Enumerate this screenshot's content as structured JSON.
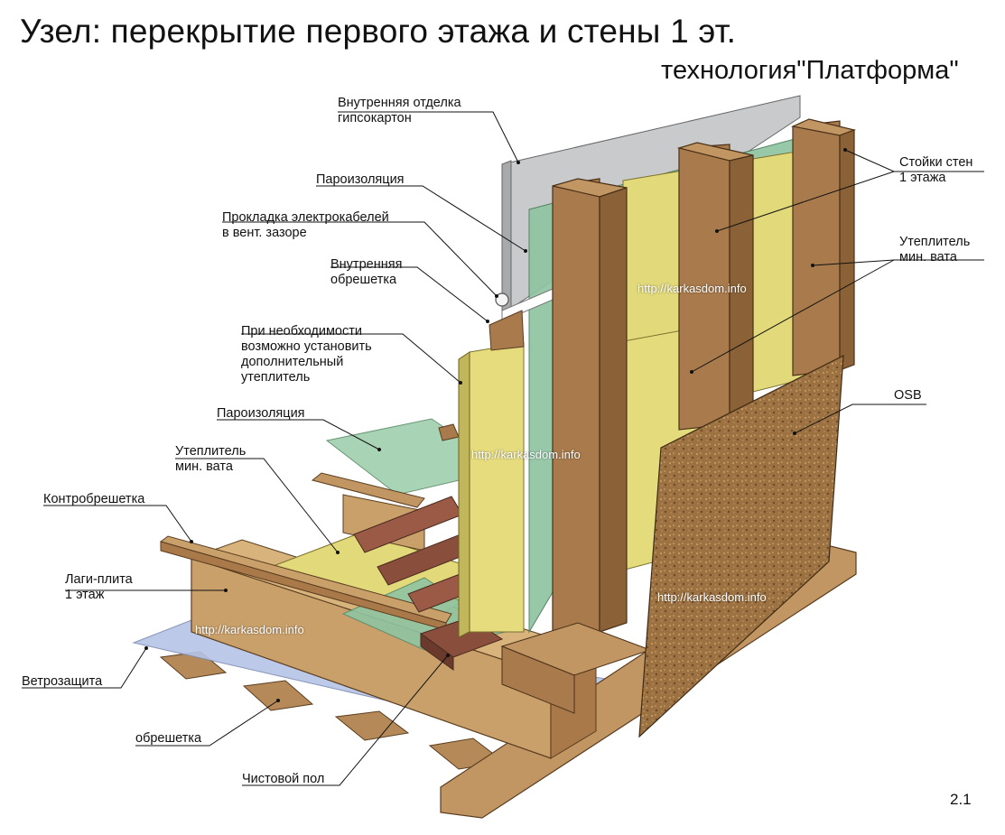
{
  "title": "Узел: перекрытие первого этажа и стены 1 эт.",
  "subtitle": "технология\"Платформа\"",
  "page_number": "2.1",
  "watermark": "http://karkasdom.info",
  "labels": {
    "inner_finish": "Внутренняя отделка\nгипсокартон",
    "vapor_barrier_wall": "Пароизоляция",
    "cable_gasket": "Прокладка электрокабелей\nв вент. зазоре",
    "inner_battens": "Внутренняя\nобрешетка",
    "extra_insulation": "При необходимости\nвозможно установить\nдополнительный\nутеплитель",
    "vapor_barrier_floor": "Пароизоляция",
    "floor_insulation": "Утеплитель\nмин. вата",
    "counter_battens": "Контробрешетка",
    "joists": "Лаги-плита\n1 этаж",
    "wind_barrier": "Ветрозащита",
    "battens": "обрешетка",
    "finish_floor": "Чистовой пол",
    "studs": "Стойки стен\n1 этажа",
    "wall_insulation": "Утеплитель\nмин. вата",
    "osb": "OSB"
  },
  "colors": {
    "wood": "#a87a4c",
    "insulation": "#e2d97a",
    "vapor_film": "#8fc5a2",
    "drywall": "#c9cacc",
    "wind_film": "#b5c4e6",
    "osb": "#9c7243",
    "floor_board": "#8a4e3c"
  }
}
